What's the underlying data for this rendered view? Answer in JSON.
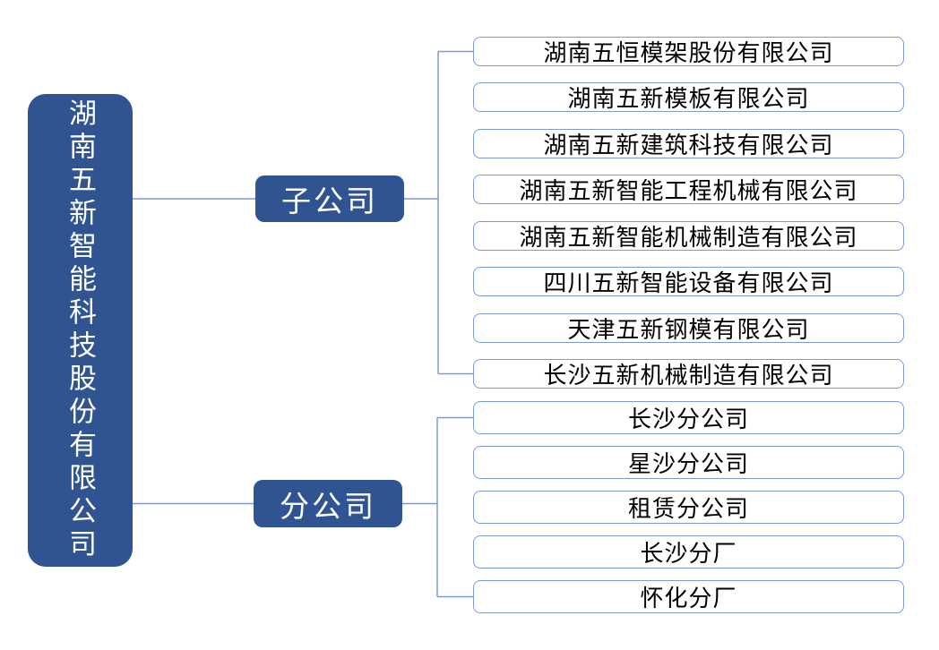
{
  "root": {
    "label": "湖南五新智能科技股份有限公司"
  },
  "groups": [
    {
      "label": "子公司",
      "children": [
        "湖南五恒模架股份有限公司",
        "湖南五新模板有限公司",
        "湖南五新建筑科技有限公司",
        "湖南五新智能工程机械有限公司",
        "湖南五新智能机械制造有限公司",
        "四川五新智能设备有限公司",
        "天津五新钢模有限公司",
        "长沙五新机械制造有限公司"
      ]
    },
    {
      "label": "分公司",
      "children": [
        "长沙分公司",
        "星沙分公司",
        "租赁分公司",
        "长沙分厂",
        "怀化分厂"
      ]
    }
  ],
  "colors": {
    "node_fill": "#2F5491",
    "node_text": "#FFFFFF",
    "leaf_border": "#7C9AD6",
    "leaf_text": "#000000",
    "connector": "#7C9AD6",
    "background": "#FFFFFF"
  }
}
